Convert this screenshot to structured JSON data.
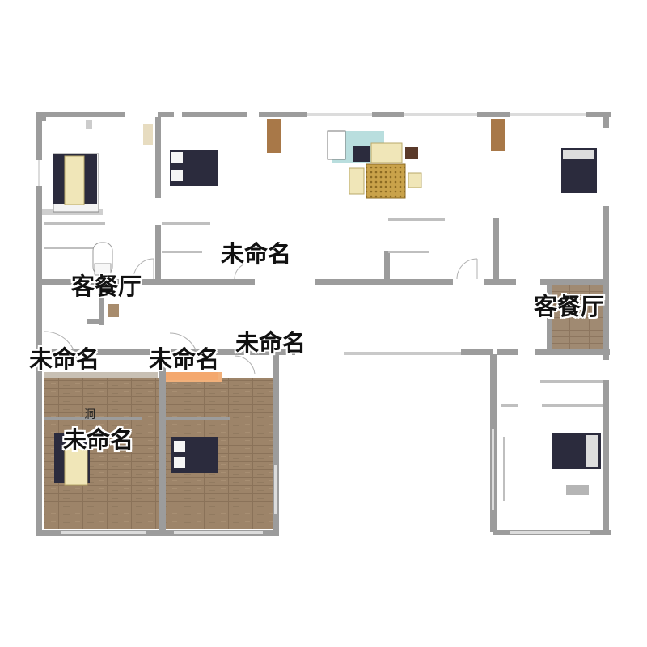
{
  "rooms": {
    "label_top_center": "未命名",
    "label_living_left": "客餐厅",
    "label_living_right": "客餐厅",
    "label_corridor": "未命名",
    "label_left_small": "未命名",
    "label_mid_small": "未命名",
    "label_bottom_left": "未命名",
    "label_hole": "洞"
  },
  "colors": {
    "wall": "#9c9c9c",
    "floor_wood": "#9b8368",
    "bed_dark": "#2b2b3d",
    "sofa": "#f0e6b8",
    "rug": "#c9a24a",
    "cabinet": "#a87848"
  }
}
